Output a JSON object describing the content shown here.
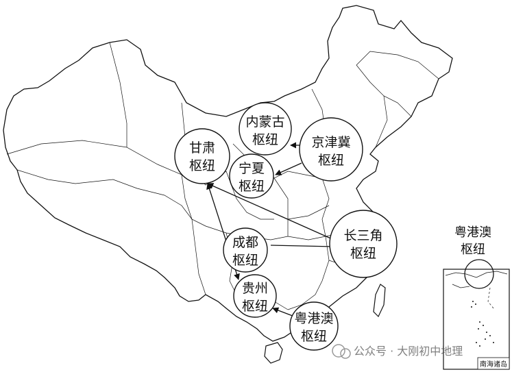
{
  "hubs": {
    "neimenggu": {
      "line1": "内蒙古",
      "line2": "枢纽"
    },
    "jingjinji": {
      "line1": "京津冀",
      "line2": "枢纽"
    },
    "gansu": {
      "line1": "甘肃",
      "line2": "枢纽"
    },
    "ningxia": {
      "line1": "宁夏",
      "line2": "枢纽"
    },
    "changsanjiao": {
      "line1": "长三角",
      "line2": "枢纽"
    },
    "chengdu": {
      "line1": "成都",
      "line2": "枢纽"
    },
    "guizhou": {
      "line1": "贵州",
      "line2": "枢纽"
    },
    "yuegangao": {
      "line1": "粤港澳",
      "line2": "枢纽"
    }
  },
  "inset": {
    "label_line1": "粤港澳",
    "label_line2": "枢纽",
    "caption": "南海诸岛"
  },
  "watermark": {
    "text": "公众号 · 大刚初中地理"
  },
  "colors": {
    "line": "#111111",
    "background": "#ffffff",
    "watermark": "#555555"
  }
}
